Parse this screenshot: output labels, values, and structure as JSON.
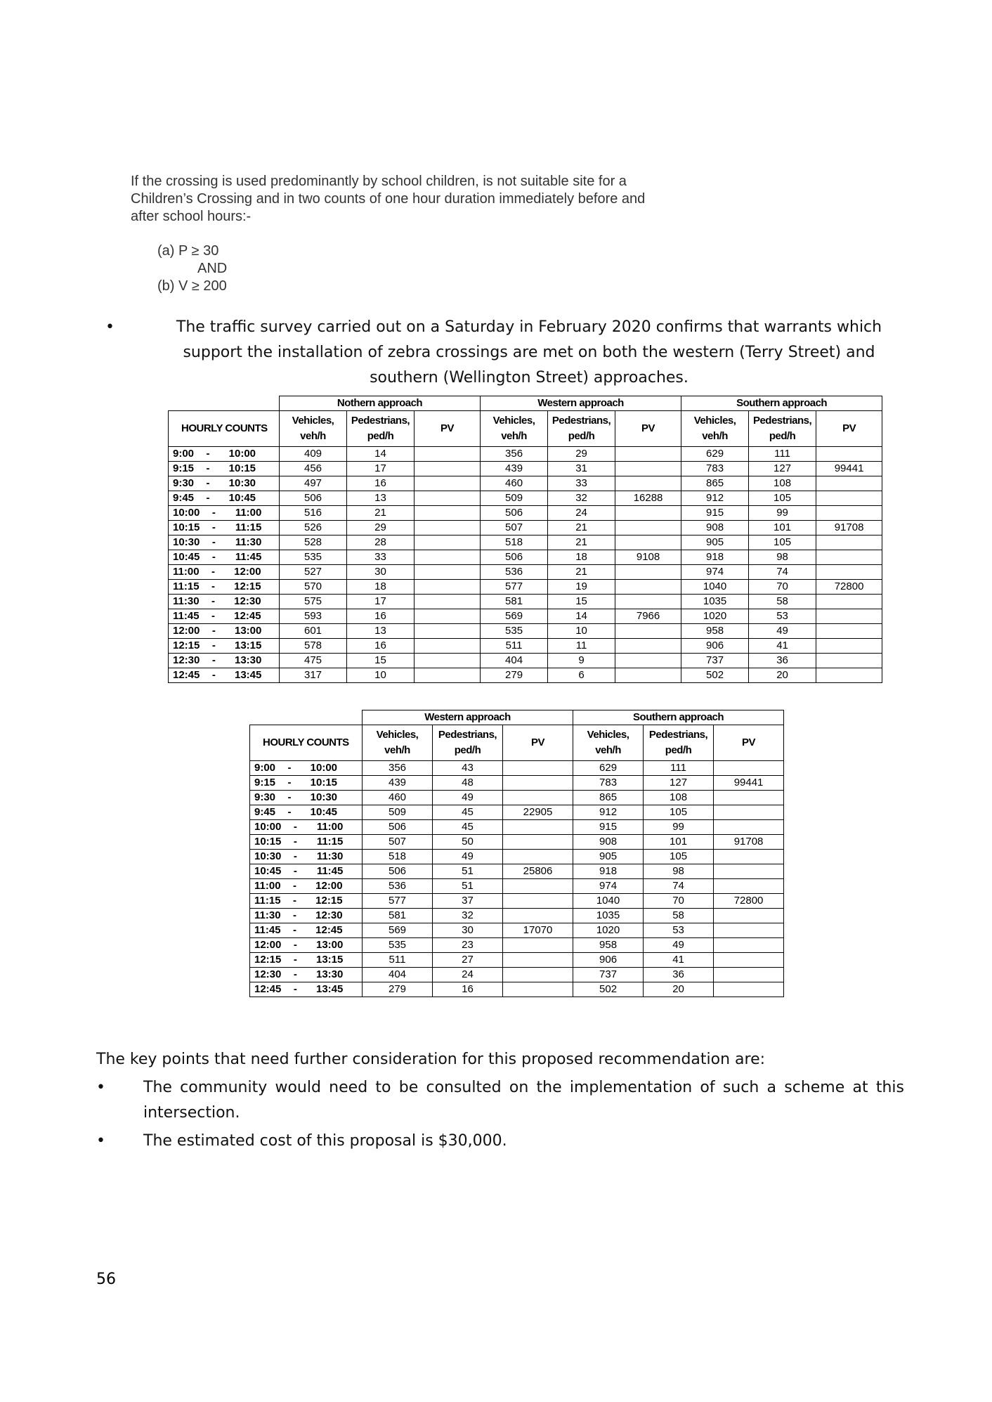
{
  "quote": {
    "text": "If the crossing is used predominantly by school children, is not suitable site for a Children’s Crossing and in two counts of one hour duration immediately before and after school hours:-",
    "cond_a": "(a)  P ≥ 30",
    "cond_and": "AND",
    "cond_b": "(b)  V ≥ 200"
  },
  "survey": {
    "bullet": "•",
    "text": "The traffic survey carried out on a Saturday in February 2020 confirms that warrants which support the installation of zebra crossings are met on both the western (Terry Street) and southern (Wellington Street) approaches."
  },
  "table1": {
    "hourly_counts": "HOURLY COUNTS",
    "groups": [
      "Nothern approach",
      "Western approach",
      "Southern approach"
    ],
    "col_vehicles": "Vehicles, veh/h",
    "col_pedestrians": "Pedestrians, ped/h",
    "col_pv": "PV",
    "rows": [
      {
        "from": "9:00",
        "to": "10:00",
        "n_v": "409",
        "n_p": "14",
        "n_pv": "",
        "w_v": "356",
        "w_p": "29",
        "w_pv": "",
        "s_v": "629",
        "s_p": "111",
        "s_pv": ""
      },
      {
        "from": "9:15",
        "to": "10:15",
        "n_v": "456",
        "n_p": "17",
        "n_pv": "",
        "w_v": "439",
        "w_p": "31",
        "w_pv": "",
        "s_v": "783",
        "s_p": "127",
        "s_pv": "99441"
      },
      {
        "from": "9:30",
        "to": "10:30",
        "n_v": "497",
        "n_p": "16",
        "n_pv": "",
        "w_v": "460",
        "w_p": "33",
        "w_pv": "",
        "s_v": "865",
        "s_p": "108",
        "s_pv": ""
      },
      {
        "from": "9:45",
        "to": "10:45",
        "n_v": "506",
        "n_p": "13",
        "n_pv": "",
        "w_v": "509",
        "w_p": "32",
        "w_pv": "16288",
        "s_v": "912",
        "s_p": "105",
        "s_pv": ""
      },
      {
        "from": "10:00",
        "to": "11:00",
        "n_v": "516",
        "n_p": "21",
        "n_pv": "",
        "w_v": "506",
        "w_p": "24",
        "w_pv": "",
        "s_v": "915",
        "s_p": "99",
        "s_pv": ""
      },
      {
        "from": "10:15",
        "to": "11:15",
        "n_v": "526",
        "n_p": "29",
        "n_pv": "",
        "w_v": "507",
        "w_p": "21",
        "w_pv": "",
        "s_v": "908",
        "s_p": "101",
        "s_pv": "91708"
      },
      {
        "from": "10:30",
        "to": "11:30",
        "n_v": "528",
        "n_p": "28",
        "n_pv": "",
        "w_v": "518",
        "w_p": "21",
        "w_pv": "",
        "s_v": "905",
        "s_p": "105",
        "s_pv": ""
      },
      {
        "from": "10:45",
        "to": "11:45",
        "n_v": "535",
        "n_p": "33",
        "n_pv": "",
        "w_v": "506",
        "w_p": "18",
        "w_pv": "9108",
        "s_v": "918",
        "s_p": "98",
        "s_pv": ""
      },
      {
        "from": "11:00",
        "to": "12:00",
        "n_v": "527",
        "n_p": "30",
        "n_pv": "",
        "w_v": "536",
        "w_p": "21",
        "w_pv": "",
        "s_v": "974",
        "s_p": "74",
        "s_pv": ""
      },
      {
        "from": "11:15",
        "to": "12:15",
        "n_v": "570",
        "n_p": "18",
        "n_pv": "",
        "w_v": "577",
        "w_p": "19",
        "w_pv": "",
        "s_v": "1040",
        "s_p": "70",
        "s_pv": "72800"
      },
      {
        "from": "11:30",
        "to": "12:30",
        "n_v": "575",
        "n_p": "17",
        "n_pv": "",
        "w_v": "581",
        "w_p": "15",
        "w_pv": "",
        "s_v": "1035",
        "s_p": "58",
        "s_pv": ""
      },
      {
        "from": "11:45",
        "to": "12:45",
        "n_v": "593",
        "n_p": "16",
        "n_pv": "",
        "w_v": "569",
        "w_p": "14",
        "w_pv": "7966",
        "s_v": "1020",
        "s_p": "53",
        "s_pv": ""
      },
      {
        "from": "12:00",
        "to": "13:00",
        "n_v": "601",
        "n_p": "13",
        "n_pv": "",
        "w_v": "535",
        "w_p": "10",
        "w_pv": "",
        "s_v": "958",
        "s_p": "49",
        "s_pv": ""
      },
      {
        "from": "12:15",
        "to": "13:15",
        "n_v": "578",
        "n_p": "16",
        "n_pv": "",
        "w_v": "511",
        "w_p": "11",
        "w_pv": "",
        "s_v": "906",
        "s_p": "41",
        "s_pv": ""
      },
      {
        "from": "12:30",
        "to": "13:30",
        "n_v": "475",
        "n_p": "15",
        "n_pv": "",
        "w_v": "404",
        "w_p": "9",
        "w_pv": "",
        "s_v": "737",
        "s_p": "36",
        "s_pv": ""
      },
      {
        "from": "12:45",
        "to": "13:45",
        "n_v": "317",
        "n_p": "10",
        "n_pv": "",
        "w_v": "279",
        "w_p": "6",
        "w_pv": "",
        "s_v": "502",
        "s_p": "20",
        "s_pv": ""
      }
    ]
  },
  "table2": {
    "hourly_counts": "HOURLY COUNTS",
    "groups": [
      "Western approach",
      "Southern approach"
    ],
    "col_vehicles": "Vehicles, veh/h",
    "col_pedestrians": "Pedestrians, ped/h",
    "col_pv": "PV",
    "rows": [
      {
        "from": "9:00",
        "to": "10:00",
        "w_v": "356",
        "w_p": "43",
        "w_pv": "",
        "s_v": "629",
        "s_p": "111",
        "s_pv": ""
      },
      {
        "from": "9:15",
        "to": "10:15",
        "w_v": "439",
        "w_p": "48",
        "w_pv": "",
        "s_v": "783",
        "s_p": "127",
        "s_pv": "99441"
      },
      {
        "from": "9:30",
        "to": "10:30",
        "w_v": "460",
        "w_p": "49",
        "w_pv": "",
        "s_v": "865",
        "s_p": "108",
        "s_pv": ""
      },
      {
        "from": "9:45",
        "to": "10:45",
        "w_v": "509",
        "w_p": "45",
        "w_pv": "22905",
        "s_v": "912",
        "s_p": "105",
        "s_pv": ""
      },
      {
        "from": "10:00",
        "to": "11:00",
        "w_v": "506",
        "w_p": "45",
        "w_pv": "",
        "s_v": "915",
        "s_p": "99",
        "s_pv": ""
      },
      {
        "from": "10:15",
        "to": "11:15",
        "w_v": "507",
        "w_p": "50",
        "w_pv": "",
        "s_v": "908",
        "s_p": "101",
        "s_pv": "91708"
      },
      {
        "from": "10:30",
        "to": "11:30",
        "w_v": "518",
        "w_p": "49",
        "w_pv": "",
        "s_v": "905",
        "s_p": "105",
        "s_pv": ""
      },
      {
        "from": "10:45",
        "to": "11:45",
        "w_v": "506",
        "w_p": "51",
        "w_pv": "25806",
        "s_v": "918",
        "s_p": "98",
        "s_pv": ""
      },
      {
        "from": "11:00",
        "to": "12:00",
        "w_v": "536",
        "w_p": "51",
        "w_pv": "",
        "s_v": "974",
        "s_p": "74",
        "s_pv": ""
      },
      {
        "from": "11:15",
        "to": "12:15",
        "w_v": "577",
        "w_p": "37",
        "w_pv": "",
        "s_v": "1040",
        "s_p": "70",
        "s_pv": "72800"
      },
      {
        "from": "11:30",
        "to": "12:30",
        "w_v": "581",
        "w_p": "32",
        "w_pv": "",
        "s_v": "1035",
        "s_p": "58",
        "s_pv": ""
      },
      {
        "from": "11:45",
        "to": "12:45",
        "w_v": "569",
        "w_p": "30",
        "w_pv": "17070",
        "s_v": "1020",
        "s_p": "53",
        "s_pv": ""
      },
      {
        "from": "12:00",
        "to": "13:00",
        "w_v": "535",
        "w_p": "23",
        "w_pv": "",
        "s_v": "958",
        "s_p": "49",
        "s_pv": ""
      },
      {
        "from": "12:15",
        "to": "13:15",
        "w_v": "511",
        "w_p": "27",
        "w_pv": "",
        "s_v": "906",
        "s_p": "41",
        "s_pv": ""
      },
      {
        "from": "12:30",
        "to": "13:30",
        "w_v": "404",
        "w_p": "24",
        "w_pv": "",
        "s_v": "737",
        "s_p": "36",
        "s_pv": ""
      },
      {
        "from": "12:45",
        "to": "13:45",
        "w_v": "279",
        "w_p": "16",
        "w_pv": "",
        "s_v": "502",
        "s_p": "20",
        "s_pv": ""
      }
    ]
  },
  "key_points": {
    "intro": "The key points that need further consideration for this proposed recommendation are:",
    "bullet": "•",
    "items": [
      "The community would need to be consulted on the implementation of such a scheme at this intersection.",
      "The estimated cost of this proposal is $30,000."
    ]
  },
  "page_number": "56"
}
